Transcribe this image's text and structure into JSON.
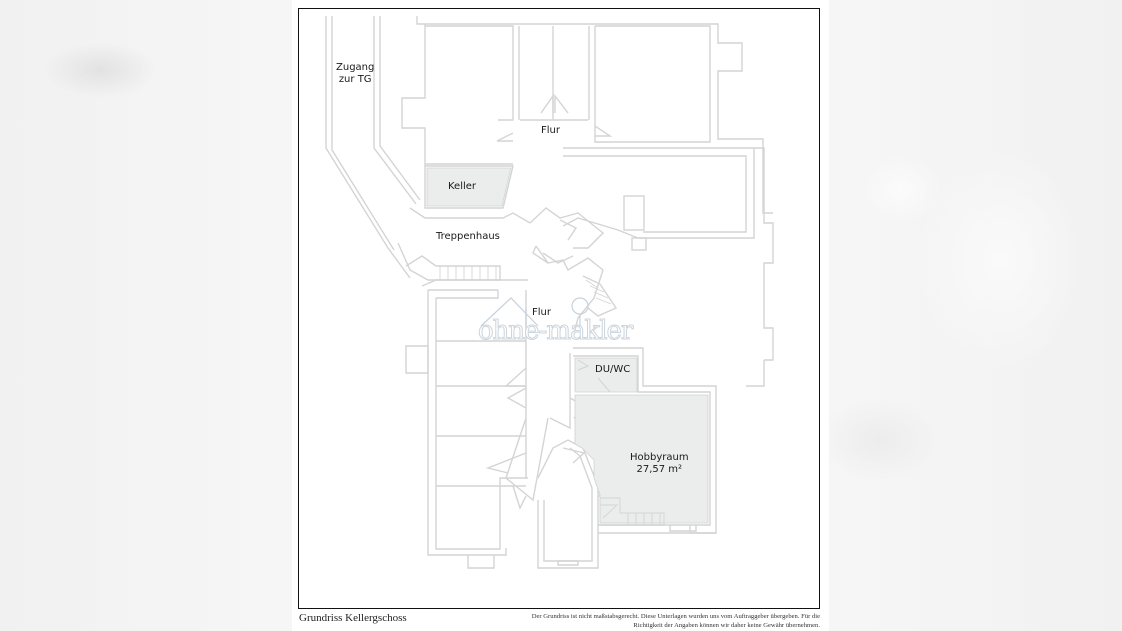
{
  "plan": {
    "title": "Grundriss Kellergschoss",
    "disclaimer_line1": "Der Grundriss ist nicht maßstabsgerecht. Diese Unterlagen wurden uns vom Auftraggeber übergeben. Für die",
    "disclaimer_line2": "Richtigkeit der Angaben können wir daher keine Gewähr übernehmen.",
    "watermark": "ohne-makler",
    "rooms": {
      "zugang_line1": "Zugang",
      "zugang_line2": "zur TG",
      "flur_top": "Flur",
      "keller": "Keller",
      "treppenhaus": "Treppenhaus",
      "flur_middle": "Flur",
      "du_wc": "DU/WC",
      "hobbyraum": "Hobbyraum",
      "hobbyraum_area": "27,57 m²"
    },
    "colors": {
      "wall": "#d4d4d4",
      "highlight_fill": "#eaedeb",
      "frame": "#111111"
    }
  }
}
